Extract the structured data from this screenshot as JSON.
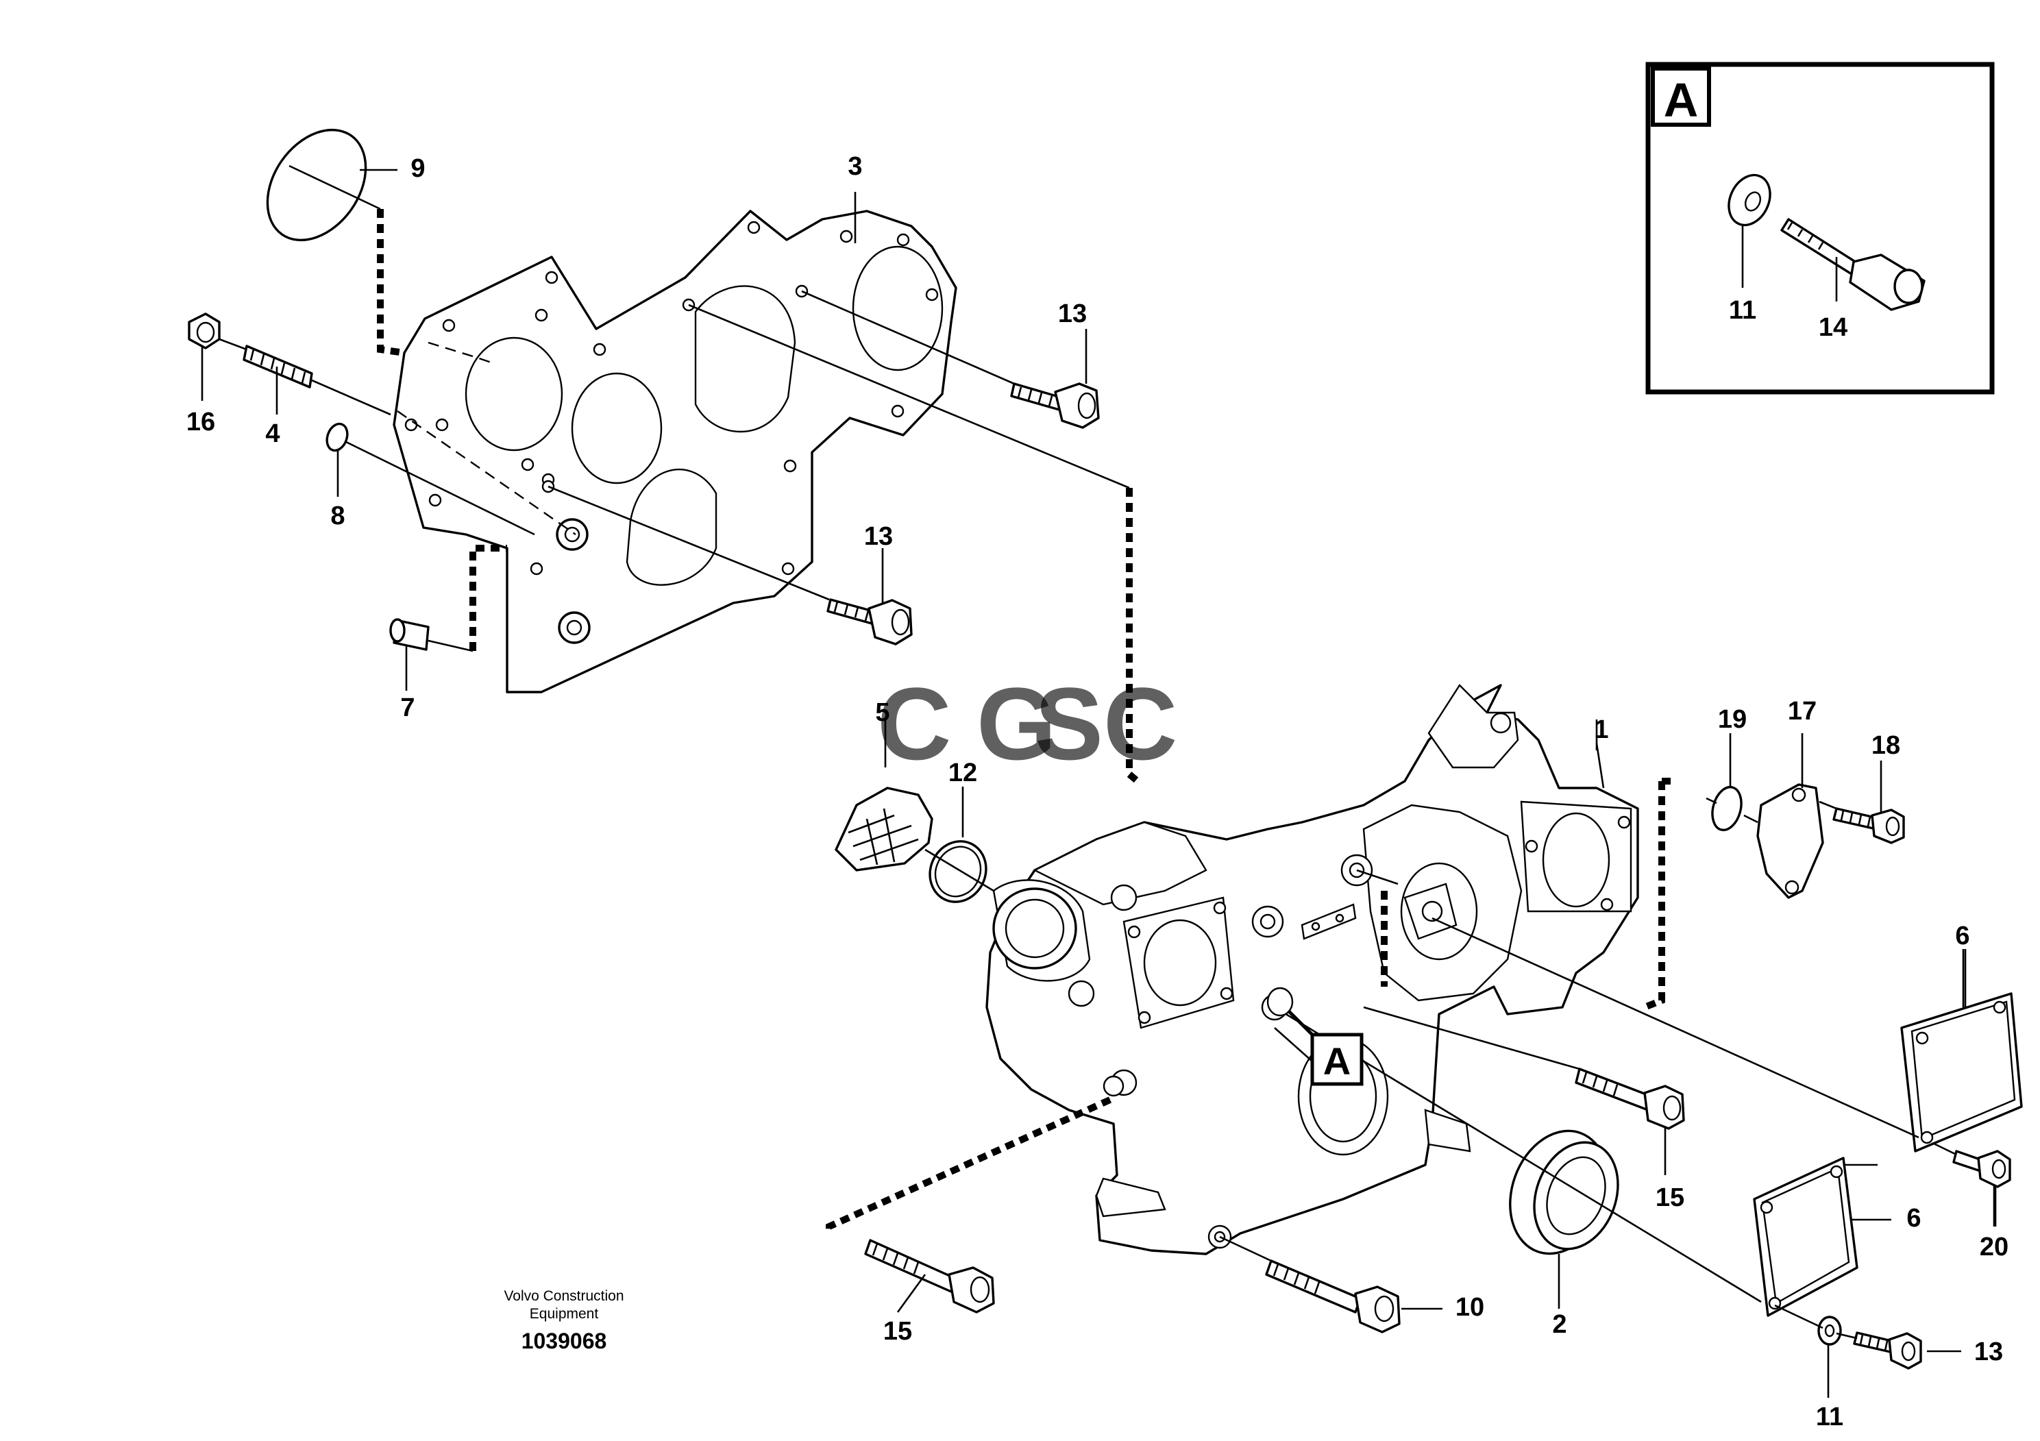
{
  "callouts": {
    "p1": "1",
    "p2": "2",
    "p3": "3",
    "p4": "4",
    "p5": "5",
    "p6a": "6",
    "p6b": "6",
    "p7": "7",
    "p8": "8",
    "p9": "9",
    "p10": "10",
    "p11a": "11",
    "p11b": "11",
    "p12": "12",
    "p13a": "13",
    "p13b": "13",
    "p13c": "13",
    "p14": "14",
    "p15a": "15",
    "p15b": "15",
    "p16": "16",
    "p17": "17",
    "p18": "18",
    "p19": "19",
    "p20": "20"
  },
  "detail": {
    "label": "A",
    "ref_label": "A"
  },
  "caption": {
    "line1": "Volvo Construction",
    "line2": "Equipment",
    "part_number": "1039068"
  },
  "watermark": {
    "letters": [
      "C",
      "G",
      "S",
      "C"
    ],
    "colors": [
      "#6fa2ee",
      "#ea6f6f",
      "#f4c84a",
      "#5cbf7e"
    ]
  }
}
